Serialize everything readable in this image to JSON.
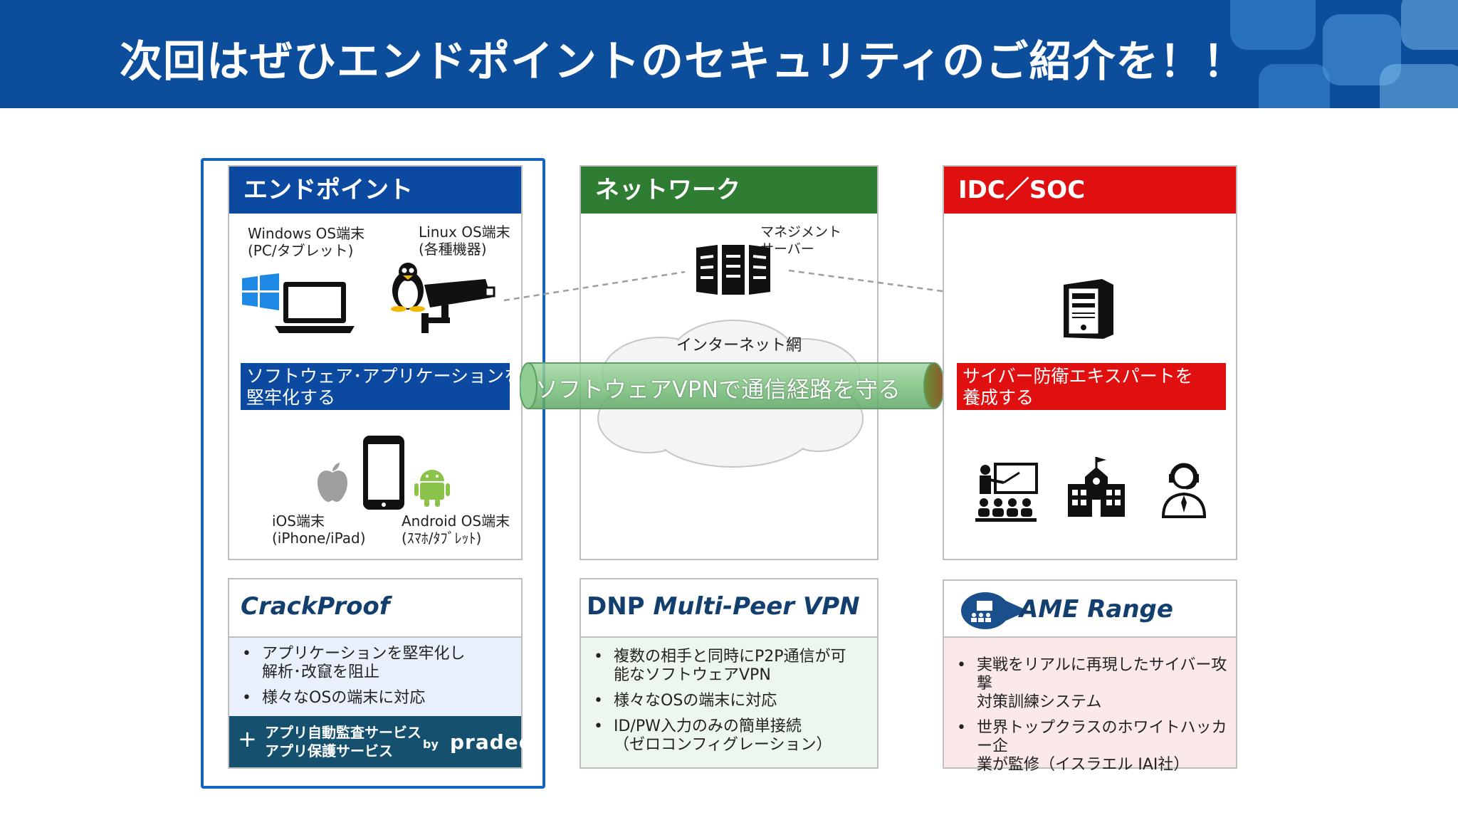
{
  "header": {
    "title": "次回はぜひエンドポイントのセキュリティのご紹介を！！"
  },
  "endpoint": {
    "heading": "エンドポイント",
    "windows_label": "Windows OS端末",
    "windows_sub": "(PC/タブレット)",
    "linux_label": "Linux OS端末",
    "linux_sub": "(各種機器)",
    "band_line1": "ソフトウェア･アプリケーションを",
    "band_line2": "堅牢化する",
    "ios_label": "iOS端末",
    "ios_sub": "(iPhone/iPad)",
    "android_label": "Android OS端末",
    "android_sub": "(ｽﾏﾎ/ﾀﾌﾞﾚｯﾄ)"
  },
  "network": {
    "heading": "ネットワーク",
    "mgmt_line1": "マネジメント",
    "mgmt_line2": "サーバー",
    "internet": "インターネット網",
    "pipe_text": "ソフトウェアVPNで通信経路を守る"
  },
  "idc": {
    "heading": "IDC／SOC",
    "band_line1": "サイバー防衛エキスパートを",
    "band_line2": "養成する"
  },
  "products": {
    "crackproof": {
      "title": "CrackProof",
      "bullets": [
        "アプリケーションを堅牢化し\n解析･改竄を阻止",
        "様々なOSの端末に対応"
      ],
      "plus": "+",
      "service1": "アプリ自動監査サービス",
      "service2": "アプリ保護サービス",
      "by": "by",
      "brand": "pradeo"
    },
    "dnp": {
      "title_plain": "DNP ",
      "title_italic": "Multi-Peer VPN",
      "bullets": [
        "複数の相手と同時にP2P通信が可\n能なソフトウェアVPN",
        "様々なOSの端末に対応",
        "ID/PW入力のみの簡単接続\n（ゼロコンフィグレーション）"
      ]
    },
    "game": {
      "title": "AME Range",
      "bullets": [
        "実戦をリアルに再現したサイバー攻撃\n対策訓練システム",
        "世界トップクラスのホワイトハッカー企\n業が監修（イスラエル IAI社）"
      ]
    }
  },
  "colors": {
    "header": "#0c4d9c",
    "endpoint": "#0b4aa0",
    "network": "#2e7d32",
    "idc": "#e01010",
    "highlight": "#1565c0"
  }
}
